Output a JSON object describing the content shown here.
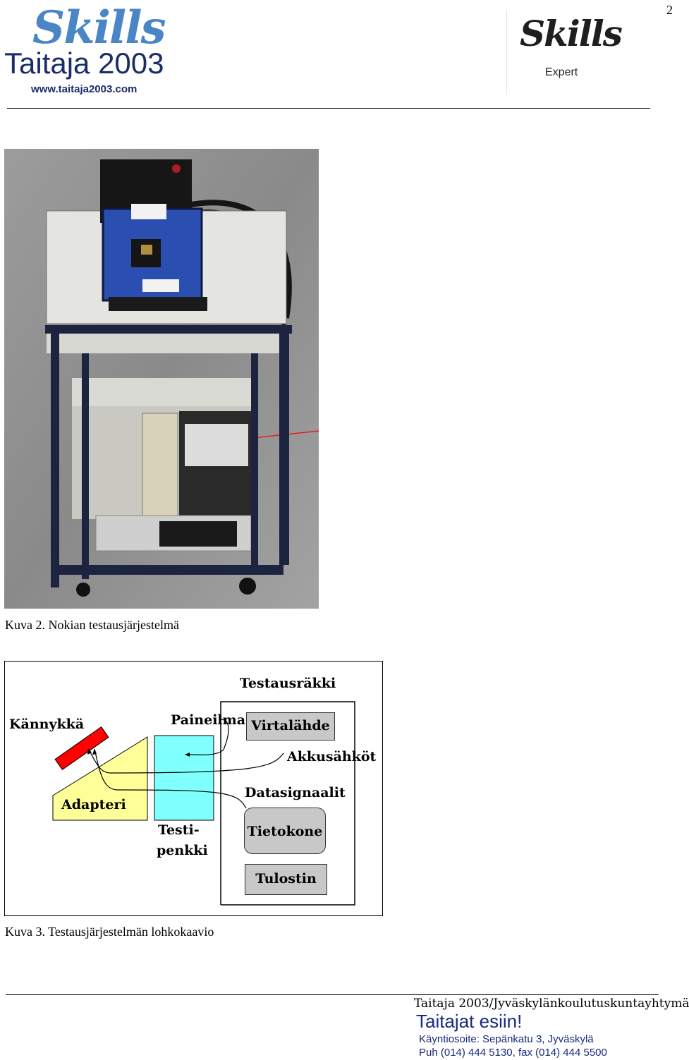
{
  "page": {
    "number": "2"
  },
  "header": {
    "logo_left": {
      "skills": "Skills",
      "taitaja": "Taitaja 2003",
      "url": "www.taitaja2003.com"
    },
    "logo_right": {
      "skills": "Skills",
      "expert": "Expert"
    }
  },
  "figure2": {
    "caption": "Kuva 2. Nokian testausjärjestelmä"
  },
  "figure3": {
    "caption": "Kuva 3. Testausjärjestelmän lohkokaavio",
    "labels": {
      "testausrakki": "Testausräkki",
      "kannykka": "Kännykkä",
      "paineilma": "Paineilma",
      "virtalahde": "Virtalähde",
      "akkusahkot": "Akkusähköt",
      "datasignaalit": "Datasignaalit",
      "adapteri": "Adapteri",
      "testi": "Testi-",
      "penkki": "penkki",
      "tietokone": "Tietokone",
      "tulostin": "Tulostin"
    },
    "colors": {
      "phone": "#ff0000",
      "adapter": "#ffff99",
      "bench": "#80ffff",
      "box": "#c8c8c8"
    }
  },
  "footer": {
    "org": "Taitaja 2003/Jyväskylänkoulutuskuntayhtymä",
    "motto": "Taitajat esiin!",
    "address": "Käyntiosoite: Sepänkatu 3, Jyväskylä",
    "phone": "Puh (014) 444 5130, fax (014) 444 5500"
  }
}
